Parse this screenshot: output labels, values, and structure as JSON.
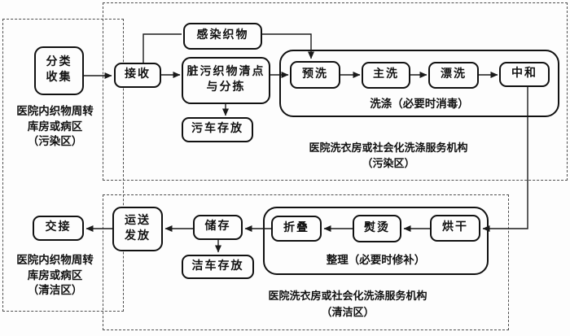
{
  "diagram": {
    "nodes": {
      "classify": "分类\n收集",
      "receive": "接收",
      "infected": "感染织物",
      "sort": "脏污织物清点\n与分拣",
      "dirty_cart": "污车存放",
      "prewash": "预洗",
      "main_wash": "主洗",
      "rinse": "漂洗",
      "neutralize": "中和",
      "dry": "烘干",
      "iron": "熨烫",
      "fold": "折叠",
      "store": "储存",
      "clean_cart": "洁车存放",
      "transport": "运送\n发放",
      "handover": "交接"
    },
    "group_labels": {
      "wash": "洗涤（必要时消毒）",
      "finish": "整理（必要时修补）"
    },
    "zone_labels": {
      "hospital_dirty": "医院内织物周转\n库房或病区\n（污染区）",
      "hospital_clean": "医院内织物周转\n库房或病区\n（清洁区）",
      "laundry_dirty": "医院洗衣房或社会化洗涤服务机构\n（污染区）",
      "laundry_clean": "医院洗衣房或社会化洗涤服务机构\n（清洁区）"
    },
    "colors": {
      "line": "#1a1a1a",
      "dashed_border": "#4f4f4f",
      "background": "#fdfdfd",
      "text": "#111111"
    }
  }
}
